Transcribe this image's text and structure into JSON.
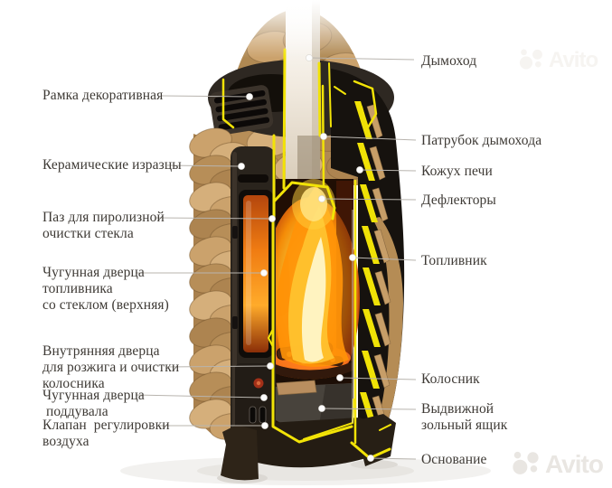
{
  "diagram": {
    "subject": "wood-fired-stove-cutaway",
    "labels_left": [
      {
        "text": "Рамка декоративная"
      },
      {
        "text": "Керамические изразцы"
      },
      {
        "text": "Паз для пиролизной\nочистки стекла"
      },
      {
        "text": "Чугунная дверца\nтопливника\nсо стеклом (верхняя)"
      },
      {
        "text": "Внутрянняя дверца\nдля розжига и очистки\nколосника"
      },
      {
        "text": "Чугунная дверца\n поддувала"
      },
      {
        "text": "Клапан  регулировки\nвоздуха"
      }
    ],
    "labels_right": [
      {
        "text": "Дымоход"
      },
      {
        "text": "Патрубок дымохода"
      },
      {
        "text": "Кожух печи"
      },
      {
        "text": "Дефлекторы"
      },
      {
        "text": "Топливник"
      },
      {
        "text": "Колосник"
      },
      {
        "text": "Выдвижной\nзольный ящик"
      },
      {
        "text": "Основание"
      }
    ],
    "colors": {
      "label_text": "#3e3a35",
      "leader_line": "#b8b4ae",
      "cut_highlight": "#f2e307",
      "ceramic_tile": "#c79e68",
      "metal_body": "#1b1713",
      "fire_core": "#fff3c0",
      "fire_mid": "#ffc22e",
      "fire_edge": "#ff9208",
      "chimney_pipe": "#ded3c1"
    }
  },
  "watermark": {
    "brand": "Avito"
  }
}
